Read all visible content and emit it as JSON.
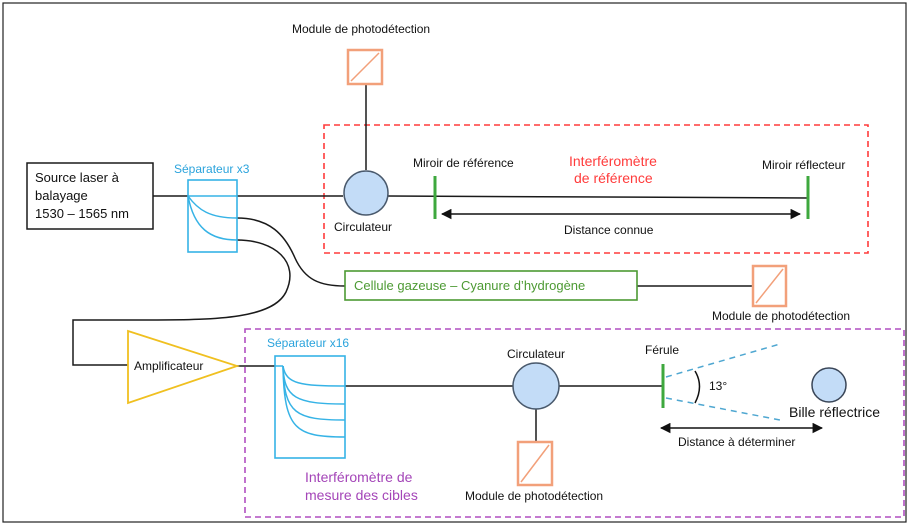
{
  "colors": {
    "fiber": "#1a1a1a",
    "reference_box": "#ff3b3b",
    "reference_title": "#ff3b3b",
    "target_box": "#b04fc1",
    "target_title": "#a445b8",
    "splitter": "#36b3e6",
    "circulator_fill": "#c3dcf7",
    "circulator_stroke": "#4a5a6d",
    "photodetector": "#f2a07a",
    "mirror": "#3ea83e",
    "gas_cell": "#4d9a33",
    "amplifier": "#f0c020",
    "beam": "#4fa7d1"
  },
  "source": {
    "line1": "Source laser à",
    "line2": "balayage",
    "line3": "1530 – 1565 nm"
  },
  "splitter_x3": {
    "label": "Séparateur x3"
  },
  "splitter_x16": {
    "label": "Séparateur x16"
  },
  "photodetector_top": {
    "label": "Module de photodétection"
  },
  "photodetector_right": {
    "label": "Module de photodétection"
  },
  "photodetector_bottom": {
    "label": "Module de photodétection"
  },
  "reference_interferometer": {
    "title_line1": "Interféromètre",
    "title_line2": "de référence",
    "circulator_label": "Circulateur",
    "reference_mirror_label": "Miroir de référence",
    "reflector_mirror_label": "Miroir réflecteur",
    "distance_label": "Distance connue"
  },
  "gas_cell": {
    "label": "Cellule gazeuse – Cyanure d’hydrogène"
  },
  "amplifier": {
    "label": "Amplificateur"
  },
  "target_interferometer": {
    "title_line1": "Interféromètre de",
    "title_line2": "mesure des cibles",
    "circulator_label": "Circulateur",
    "ferrule_label": "Férule",
    "angle_label": "13°",
    "ball_label": "Bille réflectrice",
    "distance_label": "Distance à déterminer"
  }
}
